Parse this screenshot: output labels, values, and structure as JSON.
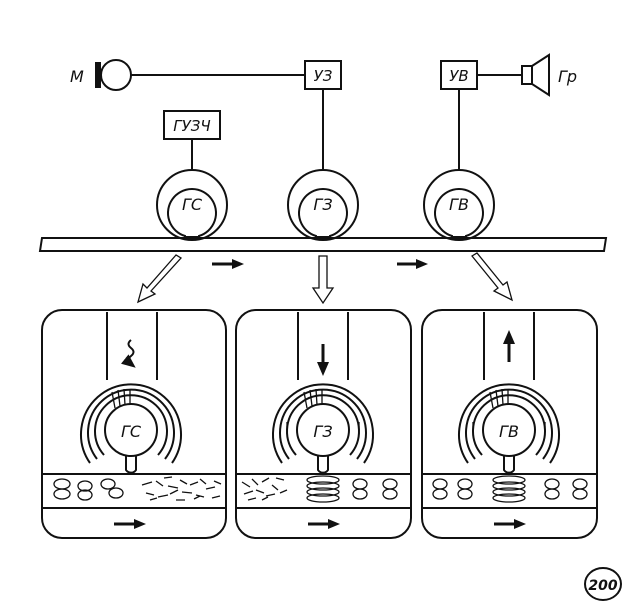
{
  "labels": {
    "microphone": "М",
    "speaker": "Гр",
    "bias_generator": "ГУЗЧ",
    "record_amp": "УЗ",
    "playback_amp": "УВ",
    "erase_head": "ГС",
    "record_head": "ГЗ",
    "playback_head": "ГВ"
  },
  "panels": [
    {
      "head_label": "ГС"
    },
    {
      "head_label": "ГЗ"
    },
    {
      "head_label": "ГВ"
    }
  ],
  "page_number": "200"
}
